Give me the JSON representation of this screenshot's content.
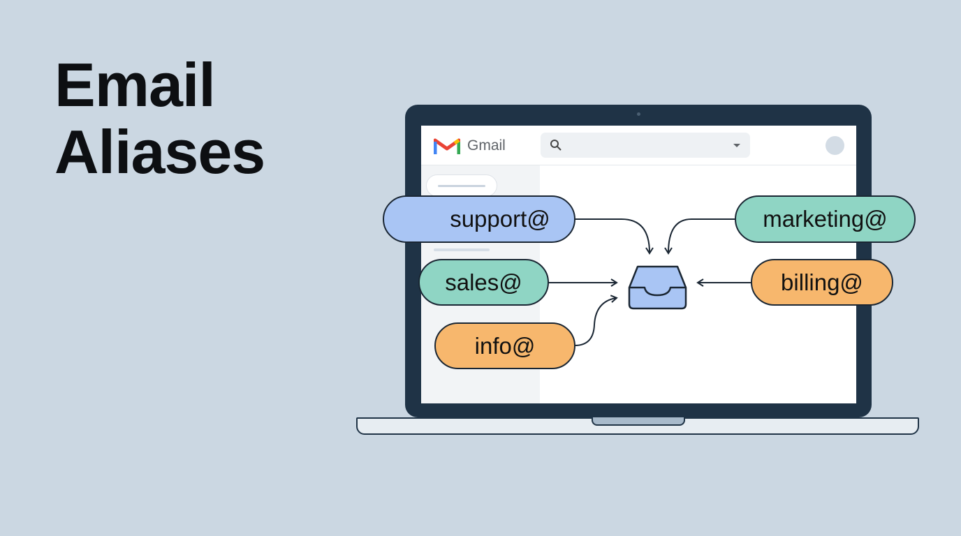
{
  "title_line1": "Email",
  "title_line2": "Aliases",
  "gmail": {
    "brand": "Gmail"
  },
  "aliases": [
    {
      "label": "support@",
      "color": "#a9c5f4"
    },
    {
      "label": "sales@",
      "color": "#8fd5c4"
    },
    {
      "label": "info@",
      "color": "#f7b76d"
    },
    {
      "label": "marketing@",
      "color": "#8fd5c4"
    },
    {
      "label": "billing@",
      "color": "#f7b76d"
    }
  ],
  "colors": {
    "inbox": "#a9c5f4",
    "background": "#cbd7e2",
    "bezel": "#1f3346"
  }
}
